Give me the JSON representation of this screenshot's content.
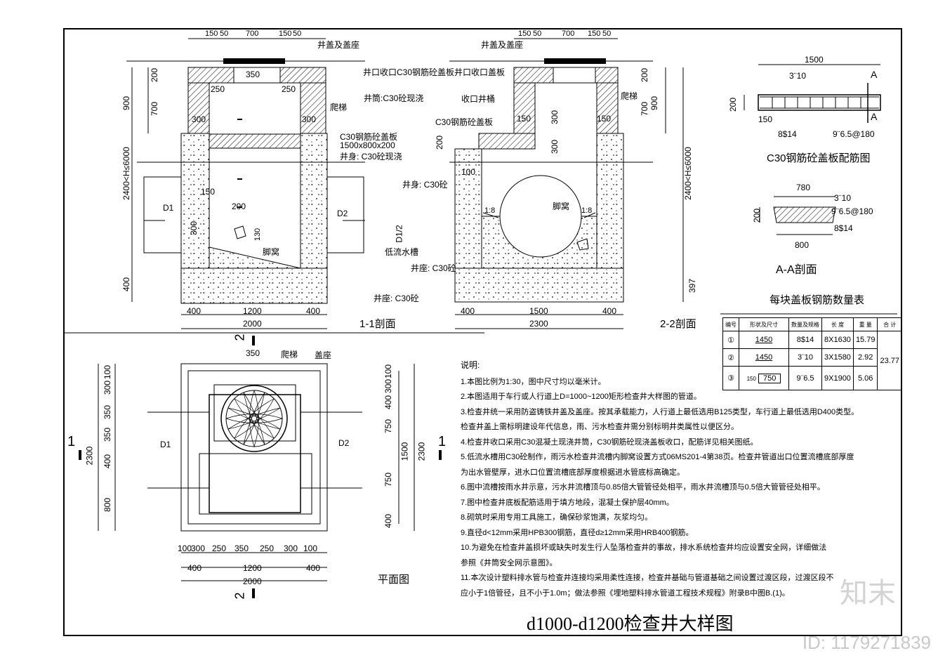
{
  "title": "d1000-d1200检查井大样图",
  "watermark": {
    "logo": "知末",
    "id": "ID: 1179271839"
  },
  "section_1_1": {
    "title": "1-1剖面",
    "top_dims": [
      "150",
      "50",
      "700",
      "150",
      "50"
    ],
    "labels": {
      "cover": "井盖及盖座",
      "collar": "井口收口C30钢筋砼盖板井口收口盖板",
      "barrel": "井筒:C30砼现浇",
      "ladder": "爬梯",
      "slab": "C30钢筋砼盖板",
      "slab_size": "1500x800x200",
      "body": "井身: C30砼现浇",
      "d1": "D1",
      "d2": "D2",
      "foothold": "脚窝",
      "base": "井座: C30砼"
    },
    "left_dims": [
      "900",
      "2400<H≤6000",
      "400"
    ],
    "right_dims_inner": [
      "200",
      "700"
    ],
    "inner_dims": [
      "350",
      "250",
      "250",
      "300",
      "300",
      "150",
      "200",
      "300",
      "130"
    ],
    "bottom_dims": [
      "400",
      "1200",
      "400",
      "2000"
    ]
  },
  "section_2_2": {
    "title": "2-2剖面",
    "top_dims": [
      "150",
      "50",
      "700",
      "150",
      "50"
    ],
    "labels": {
      "cover": "井盖及盖座",
      "neck": "收口井桶",
      "ladder": "爬梯",
      "slab": "C30钢筋砼盖板",
      "body": "井身: C30砼",
      "foothold": "脚窝",
      "slope_l": "1:8",
      "slope_r": "1:8",
      "half_d": "D1/2",
      "channel": "低流水槽",
      "base": "井座: C30砼"
    },
    "right_dims": [
      "900",
      "2400<H≤6000",
      "397"
    ],
    "inner_dims": [
      "200",
      "700",
      "300",
      "300",
      "200",
      "100",
      "150",
      "150"
    ],
    "bottom_dims": [
      "400",
      "1500",
      "400",
      "2300"
    ]
  },
  "plan": {
    "title": "平面图",
    "labels": {
      "ladder": "爬梯",
      "seat": "盖座",
      "d1": "D1",
      "d2": "D2",
      "cut1": "1",
      "cut2": "2"
    },
    "top_dim": "350",
    "left_dims": [
      "100",
      "300",
      "350",
      "350",
      "400",
      "800",
      "2300"
    ],
    "right_dims": [
      "100",
      "300",
      "400",
      "750",
      "750",
      "400",
      "1500",
      "2300"
    ],
    "bottom_dims_row1": [
      "100",
      "300",
      "250",
      "350",
      "250",
      "300",
      "100"
    ],
    "bottom_dims_row2": [
      "400",
      "1200",
      "400"
    ],
    "bottom_dims_row3": "2000"
  },
  "slab_rebar": {
    "title": "C30钢筋砼盖板配筋图",
    "width": "1500",
    "height": "200",
    "bars": [
      "3¨10",
      "8$14",
      "9¨6.5@180"
    ],
    "edge": "150",
    "section_mark": "A",
    "aa_title": "A-A剖面",
    "aa_top": "780",
    "aa_bottom": "800",
    "aa_height": "200",
    "aa_bars": [
      "3¨10",
      "9¨6.5@180",
      "8$14"
    ]
  },
  "rebar_table": {
    "title": "每块盖板钢筋数量表",
    "headers": [
      "编号",
      "形状及尺寸",
      "数量及规格",
      "长 度",
      "重 量",
      "合 计"
    ],
    "rows": [
      {
        "no": "①",
        "shape": "1450",
        "spec": "8$14",
        "len": "8X1630",
        "wt": "15.79"
      },
      {
        "no": "②",
        "shape": "1450",
        "spec": "3¨10",
        "len": "3X1580",
        "wt": "2.92"
      },
      {
        "no": "③",
        "shape": "750",
        "spec": "9¨6.5",
        "len": "9X1900",
        "wt": "5.06"
      }
    ],
    "total": "23.77",
    "shape3_side": "150"
  },
  "notes": {
    "heading": "说明:",
    "items": [
      "1.本图比例为1:30，图中尺寸均以毫米计。",
      "2.本图适用于车行或人行道上D=1000~1200矩形检查井大样图的管道。",
      "3.检查井统一采用防盗铸铁井盖及盖座。按其承载能力，人行道上最低选用B125类型，车行道上最低选用D400类型。",
      "  检查井盖上需标明建设年代信息，雨、污水检查井需分别标明井类属性以便区分。",
      "4.检查井收口采用C30混凝土现浇井筒，C30钢筋砼现浇盖板收口，配筋详见相关图纸。",
      "5.低流水槽用C30砼制作，雨污水检查井流槽内脚窝设置方式06MS201-4第38页。检查井管道出口位置流槽底部厚度",
      "  为出水管壁厚，进水口位置流槽底部厚度根据进水管底标高确定。",
      "6.图中流槽按雨水井示意，污水井流槽顶与0.85倍大管管径处相平，雨水井流槽顶与0.5倍大管管径处相平。",
      "7.图中检查井底板配筋适用于填方地段，混凝土保护层40mm。",
      "8.砌筑时采用专用工具施工，确保砂浆饱满，灰浆均匀。",
      "9.直径d<12mm采用HPB300钢筋，直径d≥12mm采用HRB400钢筋。",
      "10.为避免在检查井盖损坏或缺失时发生行人坠落检查井的事故，排水系统检查井均应设置安全网，详细做法",
      "   参照《井筒安全网示意图》。",
      "11.本次设计塑料排水管与检查井连接均采用柔性连接，检查井基础与管道基础之间设置过渡区段，过渡区段不",
      "   应小于1倍管径，且不小于1.0m；做法参照《埋地塑料排水管道工程技术规程》附录B中图B.(1)。"
    ]
  }
}
